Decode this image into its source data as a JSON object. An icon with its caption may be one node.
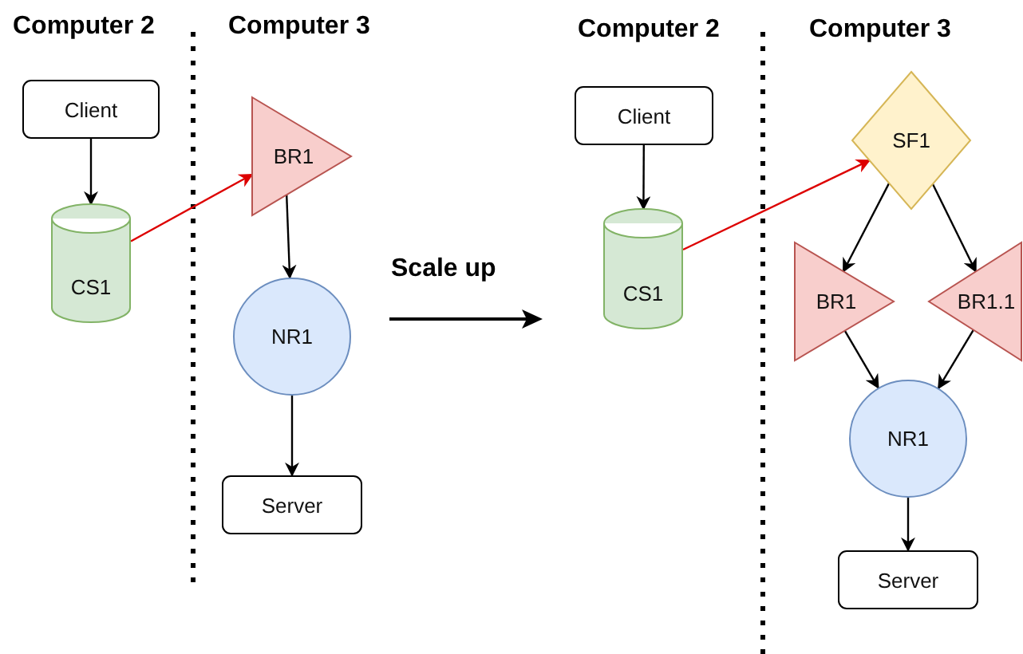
{
  "diagram": {
    "nodes": [
      {
        "text": [
          "Client"
        ]
      },
      {
        "text": [
          "CS1"
        ]
      },
      {
        "text": [
          "BR1"
        ]
      },
      {
        "text": [
          "NR1"
        ]
      },
      {
        "text": [
          "Server"
        ]
      },
      {
        "text": [
          "Client"
        ]
      },
      {
        "text": [
          "CS1"
        ]
      },
      {
        "text": [
          "SF1"
        ]
      },
      {
        "text": [
          "BR1"
        ]
      },
      {
        "text": [
          "BR1.1"
        ]
      },
      {
        "text": [
          "NR1"
        ]
      },
      {
        "text": [
          "Server"
        ]
      }
    ],
    "edges": [
      {
        "from": 0,
        "to": 1,
        "arrow": "to"
      },
      {
        "from": 1,
        "to": 2,
        "arrow": "to",
        "color": "#dd0000"
      },
      {
        "from": 2,
        "to": 3,
        "arrow": "to"
      },
      {
        "from": 3,
        "to": 4,
        "arrow": "to"
      },
      {
        "from": 5,
        "to": 6,
        "arrow": "to"
      },
      {
        "from": 6,
        "to": 7,
        "arrow": "to",
        "color": "#dd0000"
      },
      {
        "from": 7,
        "to": 8,
        "arrow": "to"
      },
      {
        "from": 7,
        "to": 9,
        "arrow": "to"
      },
      {
        "from": 8,
        "to": 10,
        "arrow": "to"
      },
      {
        "from": 9,
        "to": 10,
        "arrow": "to"
      },
      {
        "from": 10,
        "to": 11,
        "arrow": "to"
      }
    ],
    "labels": [
      "Computer 2",
      "Computer 3",
      "Scale up",
      "Computer 2",
      "Computer 3"
    ]
  }
}
